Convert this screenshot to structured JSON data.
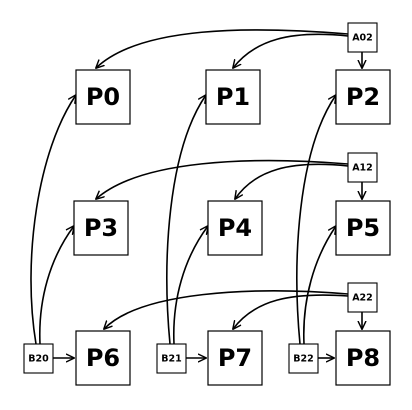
{
  "processors": [
    {
      "id": "P0",
      "label": "P0"
    },
    {
      "id": "P1",
      "label": "P1"
    },
    {
      "id": "P2",
      "label": "P2"
    },
    {
      "id": "P3",
      "label": "P3"
    },
    {
      "id": "P4",
      "label": "P4"
    },
    {
      "id": "P5",
      "label": "P5"
    },
    {
      "id": "P6",
      "label": "P6"
    },
    {
      "id": "P7",
      "label": "P7"
    },
    {
      "id": "P8",
      "label": "P8"
    }
  ],
  "sources": [
    {
      "id": "A02",
      "label": "A02"
    },
    {
      "id": "A12",
      "label": "A12"
    },
    {
      "id": "A22",
      "label": "A22"
    },
    {
      "id": "B20",
      "label": "B20"
    },
    {
      "id": "B21",
      "label": "B21"
    },
    {
      "id": "B22",
      "label": "B22"
    }
  ],
  "edges": [
    {
      "from": "A02",
      "to": "P0"
    },
    {
      "from": "A02",
      "to": "P1"
    },
    {
      "from": "A02",
      "to": "P2"
    },
    {
      "from": "A12",
      "to": "P3"
    },
    {
      "from": "A12",
      "to": "P4"
    },
    {
      "from": "A12",
      "to": "P5"
    },
    {
      "from": "A22",
      "to": "P6"
    },
    {
      "from": "A22",
      "to": "P7"
    },
    {
      "from": "A22",
      "to": "P8"
    },
    {
      "from": "B20",
      "to": "P0"
    },
    {
      "from": "B20",
      "to": "P3"
    },
    {
      "from": "B20",
      "to": "P6"
    },
    {
      "from": "B21",
      "to": "P1"
    },
    {
      "from": "B21",
      "to": "P4"
    },
    {
      "from": "B21",
      "to": "P7"
    },
    {
      "from": "B22",
      "to": "P2"
    },
    {
      "from": "B22",
      "to": "P5"
    },
    {
      "from": "B22",
      "to": "P8"
    }
  ]
}
